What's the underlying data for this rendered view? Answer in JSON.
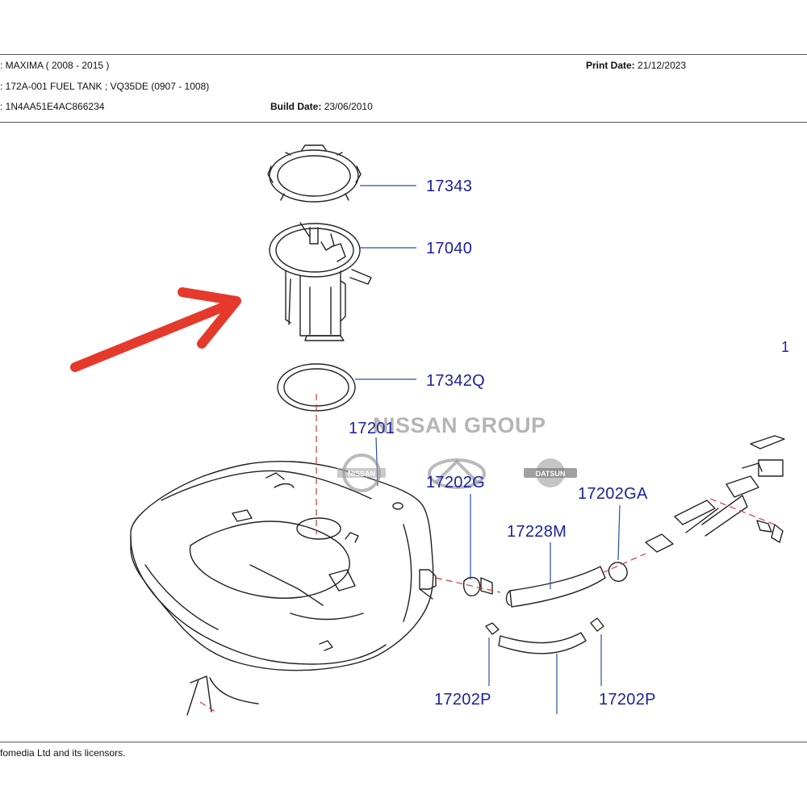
{
  "header": {
    "model_text": ": MAXIMA ( 2008 - 2015 )",
    "section_text": ": 172A-001 FUEL TANK ; VQ35DE (0907 - 1008)",
    "vin_text": ": 1N4AA51E4AC866234",
    "print_date_label": "Print Date:",
    "print_date_value": "21/12/2023",
    "build_date_label": "Build Date:",
    "build_date_value": "23/06/2010"
  },
  "callouts": {
    "c17343": "17343",
    "c17040": "17040",
    "c17342q": "17342Q",
    "c17201": "17201",
    "c17202g": "17202G",
    "c17202ga": "17202GA",
    "c17228m": "17228M",
    "c17202p_left": "17202P",
    "c17202p_right": "17202P",
    "edge_partial": "1"
  },
  "watermark": {
    "text": "NISSAN GROUP",
    "logo_nissan": "NISSAN",
    "logo_datsun": "DATSUN"
  },
  "footer": {
    "text": "fomedia Ltd and its licensors."
  },
  "colors": {
    "callout": "#1b1f9e",
    "arrow": "#e5392b",
    "leader": "#2a4fa0",
    "dashed": "#d33a3a"
  }
}
